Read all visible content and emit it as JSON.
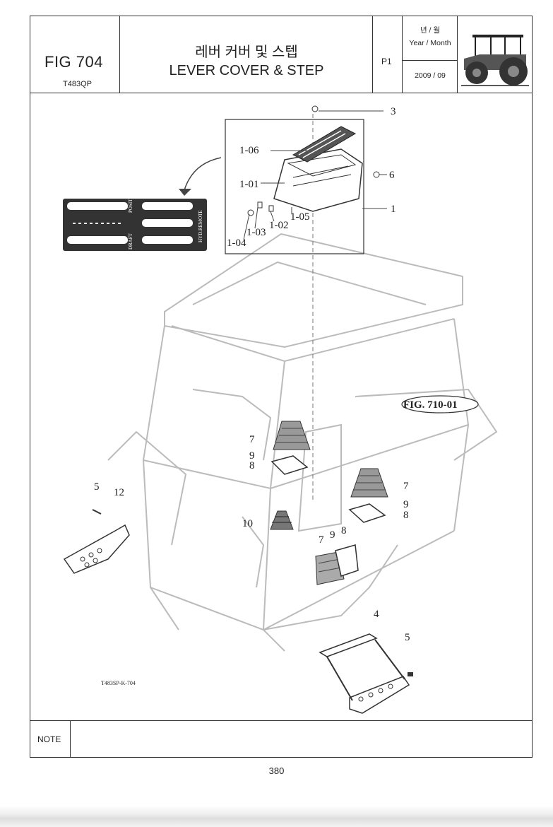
{
  "header": {
    "fig_label": "FIG 704",
    "model": "T483QP",
    "title_ko": "레버 커버 및 스텝",
    "title_en": "LEVER COVER & STEP",
    "page": "P1",
    "ym_ko": "년 / 월",
    "ym_en": "Year / Month",
    "ym_value": "2009  / 09"
  },
  "callouts": {
    "c3": "3",
    "c106": "1-06",
    "c6": "6",
    "c101": "1-01",
    "c1": "1",
    "c105": "1-05",
    "c102": "1-02",
    "c103": "1-03",
    "c104": "1-04",
    "fig_ref": "FIG. 710-01",
    "c7a": "7",
    "c9a": "9",
    "c8a": "8",
    "c7b": "7",
    "c9b": "9",
    "c8b": "8",
    "c10": "10",
    "c7c": "7",
    "c9c": "9",
    "c8c": "8",
    "c5a": "5",
    "c12": "12",
    "c4": "4",
    "c5b": "5"
  },
  "decal": {
    "position_label": "POSITION",
    "draft_label": "DRAFT",
    "hyd_label": "HYD.REMOTE"
  },
  "drawing_code": "T483SP-K-704",
  "note_label": "NOTE",
  "page_number": "380"
}
